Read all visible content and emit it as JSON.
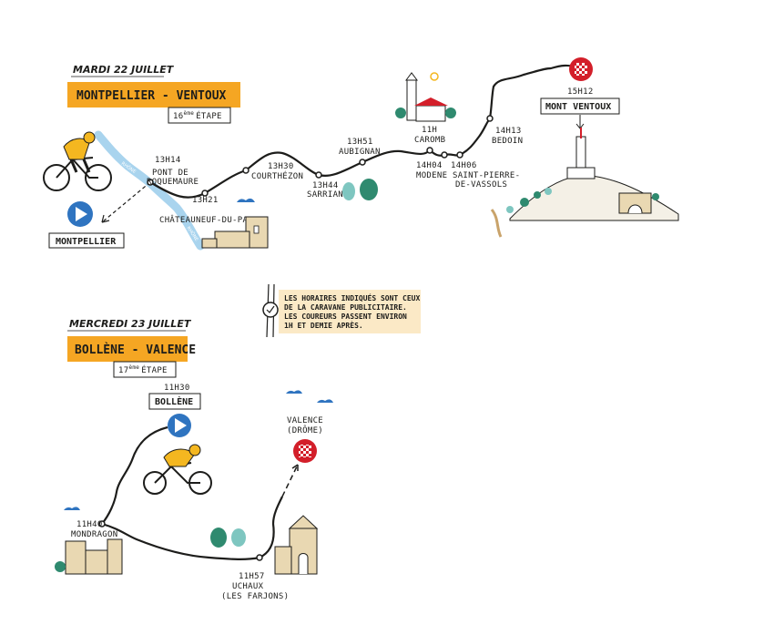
{
  "stage16": {
    "date": "MARDI 22 JUILLET",
    "title": "MONTPELLIER - VENTOUX",
    "stage_num": "16",
    "stage_sup": "ème",
    "stage_word": "ÉTAPE",
    "start_label": "MONTPELLIER",
    "finish_label": "MONT VENTOUX",
    "finish_time": "15H12",
    "river_labels": [
      "RHÔNE",
      "RHÔNE"
    ],
    "points": [
      {
        "time": "13H14",
        "place": "PONT DE",
        "place2": "ROQUEMAURE"
      },
      {
        "time": "13H21",
        "place": "CHÂTEAUNEUF-DU-PAPE"
      },
      {
        "time": "13H30",
        "place": "COURTHÉZON"
      },
      {
        "time": "13H44",
        "place": "SARRIANS"
      },
      {
        "time": "13H51",
        "place": "AUBIGNAN"
      },
      {
        "time": "11H",
        "place": "CAROMB"
      },
      {
        "time": "14H04",
        "place": "MODENE"
      },
      {
        "time": "14H06",
        "place": "SAINT-PIERRE-",
        "place2": "DE-VASSOLS"
      },
      {
        "time": "14H13",
        "place": "BEDOIN"
      }
    ]
  },
  "note": {
    "lines": [
      "LES HORAIRES INDIQUÉS SONT CEUX",
      "DE LA CARAVANE PUBLICITAIRE.",
      "LES COUREURS PASSENT ENVIRON",
      "1H ET DEMIE APRÈS."
    ]
  },
  "stage17": {
    "date": "MERCREDI 23 JUILLET",
    "title": "BOLLÈNE - VALENCE",
    "stage_num": "17",
    "stage_sup": "ème",
    "stage_word": "ÉTAPE",
    "start_time": "11H30",
    "start_label": "BOLLÈNE",
    "finish_label": "VALENCE",
    "finish_label2": "(DRÔME)",
    "points": [
      {
        "time": "11H40",
        "place": "MONDRAGON"
      },
      {
        "time": "11H57",
        "place": "UCHAUX",
        "place2": "(LES FARJONS)"
      }
    ]
  },
  "colors": {
    "banner": "#f5a623",
    "note_bg": "#fbe9c6",
    "start_icon": "#2f74c0",
    "finish_icon": "#d31f2a",
    "river": "#a9d4ee",
    "jersey": "#f4b720",
    "tree": "#2f8a6f",
    "stone": "#e9d8b2"
  },
  "icons": [
    "play-icon",
    "checkered-flag-icon",
    "clock-icon",
    "cyclist-icon",
    "sun-icon",
    "tree-icon",
    "castle-icon",
    "church-icon",
    "antenna-tower-icon",
    "cloud-icon"
  ]
}
